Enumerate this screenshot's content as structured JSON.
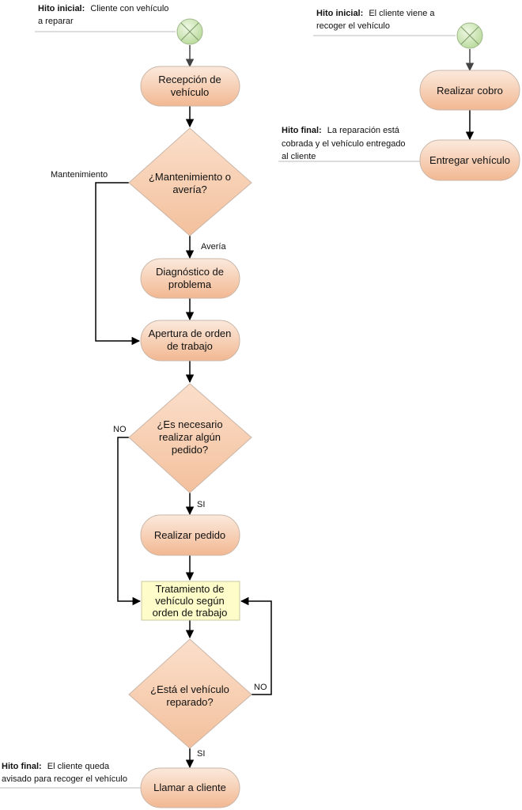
{
  "milestones": {
    "start_left": {
      "prefix": "Hito inicial:",
      "lines": [
        "Cliente con vehículo",
        "a reparar"
      ]
    },
    "start_right": {
      "prefix": "Hito inicial:",
      "lines": [
        "El cliente viene a",
        "recoger el vehículo"
      ]
    },
    "end_right": {
      "prefix": "Hito final:",
      "lines": [
        "La reparación está",
        "cobrada y el vehículo entregado",
        "al cliente"
      ]
    },
    "end_left": {
      "prefix": "Hito final:",
      "lines": [
        "El cliente queda",
        "avisado para recoger el vehículo"
      ]
    }
  },
  "nodes": {
    "recepcion": [
      "Recepción de",
      "vehículo"
    ],
    "mant_averia": [
      "¿Mantenimiento o",
      "avería?"
    ],
    "diagnostico": [
      "Diagnóstico de",
      "problema"
    ],
    "apertura": [
      "Apertura de orden",
      "de trabajo"
    ],
    "necesario_pedido": [
      "¿Es necesario",
      "realizar algún",
      "pedido?"
    ],
    "realizar_pedido": [
      "Realizar pedido"
    ],
    "tratamiento": [
      "Tratamiento de",
      "vehículo según",
      "orden de trabajo"
    ],
    "reparado": [
      "¿Está el vehículo",
      "reparado?"
    ],
    "llamar": [
      "Llamar a cliente"
    ],
    "cobro": [
      "Realizar cobro"
    ],
    "entregar": [
      "Entregar vehículo"
    ]
  },
  "edge_labels": {
    "mantenimiento": "Mantenimiento",
    "averia": "Avería",
    "no_pedido": "NO",
    "si_pedido": "SI",
    "no_reparado": "NO",
    "si_reparado": "SI"
  },
  "colors": {
    "process_fill_top": "#fbe7da",
    "process_fill_bottom": "#f3b894",
    "decision_fill": "#f7cfb3",
    "task_fill": "#fefcc8",
    "stroke": "#c9b6a8",
    "start_fill": "#d5ecc0",
    "edge": "#000000"
  }
}
